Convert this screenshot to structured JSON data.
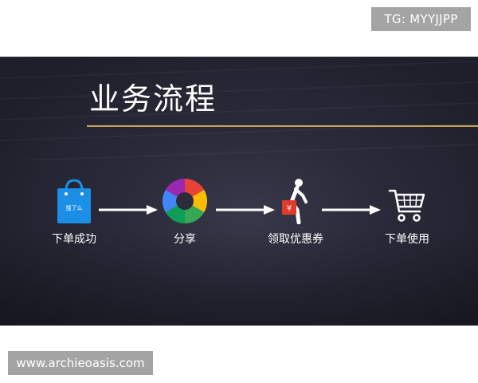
{
  "tg_label": "TG: MYYJJPP",
  "slide": {
    "title": "业务流程",
    "accent_color": "#c8a25c",
    "steps": [
      {
        "label": "下单成功",
        "icon": "shopping-bag-icon",
        "icon_text": "饿了么"
      },
      {
        "label": "分享",
        "icon": "camera-aperture-icon"
      },
      {
        "label": "领取优惠券",
        "icon": "person-with-coupon-icon",
        "icon_text": "¥"
      },
      {
        "label": "下单使用",
        "icon": "shopping-cart-icon"
      }
    ]
  },
  "website": "www.archieoasis.com"
}
